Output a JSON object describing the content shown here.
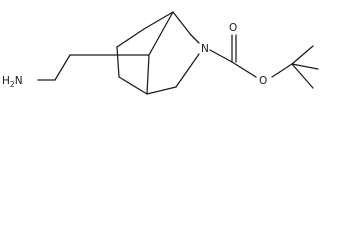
{
  "molecule": {
    "atoms": {
      "amine": {
        "element": "N",
        "hydrogens": "2",
        "text": "H"
      },
      "ring_nitrogen": "N",
      "carbonyl_oxygen": "O",
      "ester_oxygen": "O"
    }
  }
}
